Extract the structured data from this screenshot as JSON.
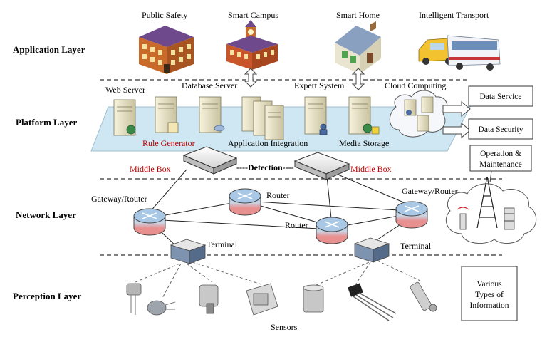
{
  "layers": {
    "application": "Application Layer",
    "platform": "Platform Layer",
    "network": "Network Layer",
    "perception": "Perception Layer"
  },
  "applications": [
    "Public Safety",
    "Smart Campus",
    "Smart Home",
    "Intelligent Transport"
  ],
  "platform": {
    "web_server": "Web Server",
    "database_server": "Database Server",
    "expert_system": "Expert System",
    "cloud_computing": "Cloud Computing",
    "rule_generator": "Rule Generator",
    "application_integration": "Application Integration",
    "media_storage": "Media Storage"
  },
  "right_boxes": {
    "data_service": "Data Service",
    "data_security": "Data Security",
    "operation_line1": "Operation &",
    "operation_line2": "Maintenance",
    "various_line1": "Various",
    "various_line2": "Types of",
    "various_line3": "Information"
  },
  "network": {
    "middle_box_left": "Middle Box",
    "middle_box_right": "Middle Box",
    "detection": "----Detection----",
    "gateway_left": "Gateway/Router",
    "gateway_right": "Gateway/Router",
    "router_top": "Router",
    "router_mid": "Router",
    "terminal_left": "Terminal",
    "terminal_right": "Terminal"
  },
  "sensors_label": "Sensors",
  "colors": {
    "platform_fill": "#cfe7f2",
    "router_top": "#8fb6d8",
    "router_bottom": "#e89a9a",
    "red_text": "#c00000",
    "dash_line": "#333333"
  }
}
